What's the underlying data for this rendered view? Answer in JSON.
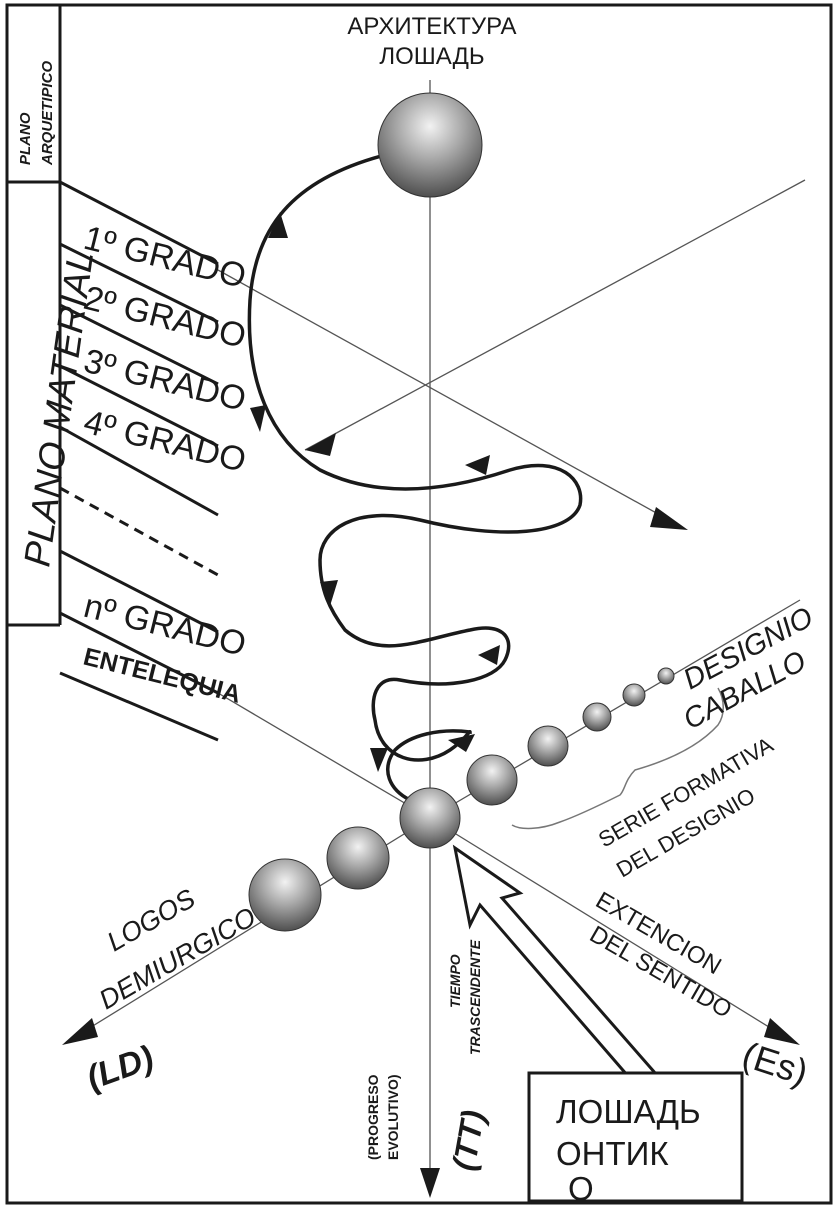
{
  "top_label": {
    "line1": "АРХИТЕКТУРА",
    "line2": "ЛОШАДЬ"
  },
  "left_column": {
    "archetypal_plane": {
      "line1": "PLANO",
      "line2": "ARQUETIPICO"
    },
    "material_plane": "PLANO MATERIAL"
  },
  "grades": [
    "1º GRADO",
    "2º GRADO",
    "3º GRADO",
    "4º GRADO",
    "nº GRADO"
  ],
  "entelechy": "ENTELEQUIA",
  "designio": {
    "line1": "DESIGNIO",
    "line2": "CABALLO"
  },
  "serie": {
    "line1": "SERIE FORMATIVA",
    "line2": "DEL DESIGNIO"
  },
  "extension": {
    "line1": "EXTENCION",
    "line2": "DEL SENTIDO",
    "symbol": "(Es)"
  },
  "logos": {
    "line1": "LOGOS",
    "line2": "DEMIURGICO",
    "symbol": "(LD)"
  },
  "progreso": {
    "line1": "(PROGRESO",
    "line2": "EVOLUTIVO)"
  },
  "tiempo": {
    "line1": "TIEMPO",
    "line2": "TRASCENDENTE",
    "symbol": "(TT)"
  },
  "ontic_box": {
    "line1": "ЛОШАДЬ",
    "line2": "ОНТИК",
    "line3": "О"
  },
  "colors": {
    "ink": "#1a1a1a",
    "sphere_light": "#f2f2f2",
    "sphere_dark": "#4a4a4a"
  }
}
